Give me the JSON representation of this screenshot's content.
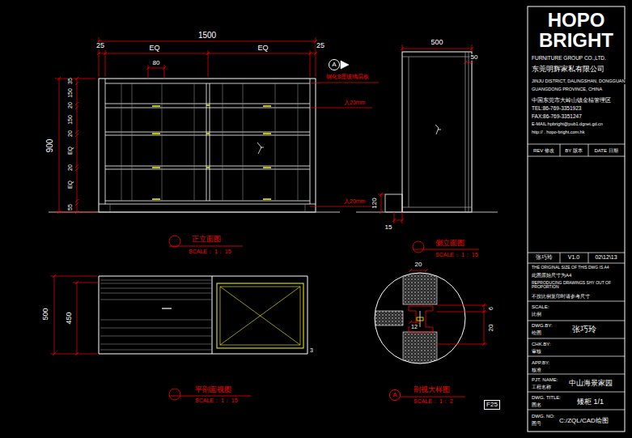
{
  "diagram": {
    "nodes": [
      {
        "text": [
          "A"
        ]
      },
      {
        "text": [
          "A"
        ]
      },
      {
        "text": [
          "F25"
        ]
      }
    ],
    "labels": [
      "1500",
      "25",
      "EQ",
      "EQ",
      "25",
      "80",
      "900",
      "35",
      "150",
      "20",
      "150",
      "20",
      "EQ",
      "20",
      "EQ",
      "55",
      "钢化8厘玻璃层板",
      "入20mm",
      "入20mm",
      "500",
      "50",
      "120",
      "15",
      "正立面图",
      "SCALE： 1： 15",
      "侧立面图",
      "SCALE： 1： 15",
      "500",
      "450",
      "3",
      "平剖面视图",
      "SCALE： 1： 15",
      "20",
      "6",
      "20",
      "12",
      "剖视大样图",
      "SCALE： 1： 2",
      "HOPO",
      "BRIGHT",
      "FURNITURE GROUP CO.,LTD.",
      "东莞明辉家私有限公司",
      "JINJU DISTRICT, DALINGSHAN, DONGGUAN",
      "GUANGDONG PROVINCE, CHINA",
      "中国东莞市大岭山镇金桔管理区",
      "TEL:86-769-3351923",
      "FAX:86-769-3351247",
      "E-MAIL:hpbright@pub1.dgnet.gd.cn",
      "http:// . hopo-bright.com.hk",
      "REV 修改",
      "BY 版本",
      "DATE 日期",
      "张巧玲",
      "V1.0",
      "02\\12\\13",
      "THE ORIGINAL SIZE OF THIS DWG IS A4",
      "此图原始尺寸为A4",
      "REPRODUCING DRAWINGS SHY OUT OF PROPORTION",
      "不按比例复印时请参考尺寸",
      "SCALE:",
      "比例",
      "DWG.BY:",
      "绘图",
      "张巧玲",
      "CHK.BY:",
      "审核",
      "APP.BY:",
      "核准",
      "PJT. NAME:",
      "工程名称",
      "中山海景家园",
      "DWG. TITLE:",
      "图名",
      "矮柜 1/1",
      "DWG. NO:",
      "图号",
      "C:/ZQL/CAD绘图"
    ]
  }
}
